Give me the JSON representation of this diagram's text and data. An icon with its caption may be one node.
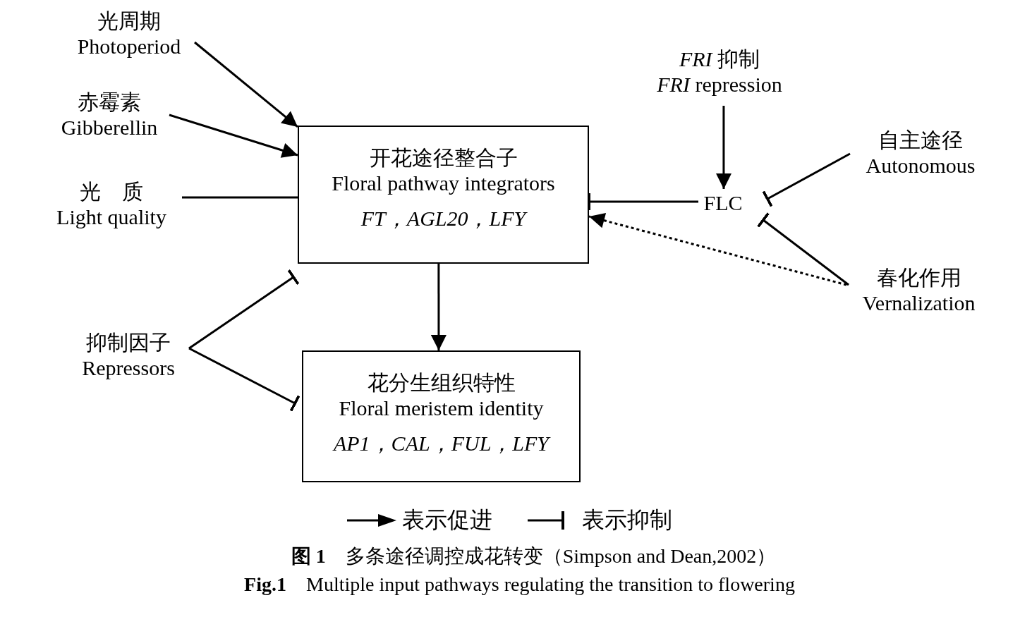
{
  "diagram": {
    "caption": "**图 1**　多条途径调控成花转变（Simpson and Dean,2002）",
    "nodes": [
      {
        "text": [
          "光周期",
          "Photoperiod"
        ]
      },
      {
        "text": [
          "赤霉素",
          "Gibberellin"
        ]
      },
      {
        "text": [
          "光　质",
          "Light quality"
        ]
      },
      {
        "text": [
          "抑制因子",
          "Repressors"
        ]
      },
      {
        "text": [
          "开花途径整合子",
          "Floral pathway integrators",
          "FT，AGL20，LFY"
        ]
      },
      {
        "text": [
          "花分生组织特性",
          "Floral meristem identity",
          "AP1，CAL，FUL，LFY"
        ]
      },
      {
        "text": [
          "*FRI* 抑制",
          "*FRI* repression"
        ]
      },
      {
        "text": [
          "FLC"
        ]
      },
      {
        "text": [
          "自主途径",
          "Autonomous"
        ]
      },
      {
        "text": [
          "春化作用",
          "Vernalization"
        ]
      }
    ],
    "edges": [
      {
        "from": 0,
        "to": 4,
        "arrow": "to"
      },
      {
        "from": 1,
        "to": 4,
        "arrow": "to"
      },
      {
        "from": 2,
        "to": 4,
        "arrow": "none"
      },
      {
        "from": 3,
        "to": 4,
        "arrow": "other"
      },
      {
        "from": 3,
        "to": 5,
        "arrow": "other"
      },
      {
        "from": 4,
        "to": 5,
        "arrow": "to"
      },
      {
        "from": 6,
        "to": 7,
        "arrow": "to"
      },
      {
        "from": 7,
        "to": 4,
        "arrow": "other"
      },
      {
        "from": 8,
        "to": 7,
        "arrow": "other"
      },
      {
        "from": 9,
        "to": 7,
        "arrow": "other"
      },
      {
        "from": 9,
        "to": 4,
        "arrow": "to",
        "style": "dashed"
      }
    ],
    "labels": [
      "**Fig.1**　Multiple input pathways regulating the transition to flowering"
    ],
    "legend": [
      {
        "text": "表示促进"
      },
      {
        "text": "表示抑制"
      }
    ]
  }
}
